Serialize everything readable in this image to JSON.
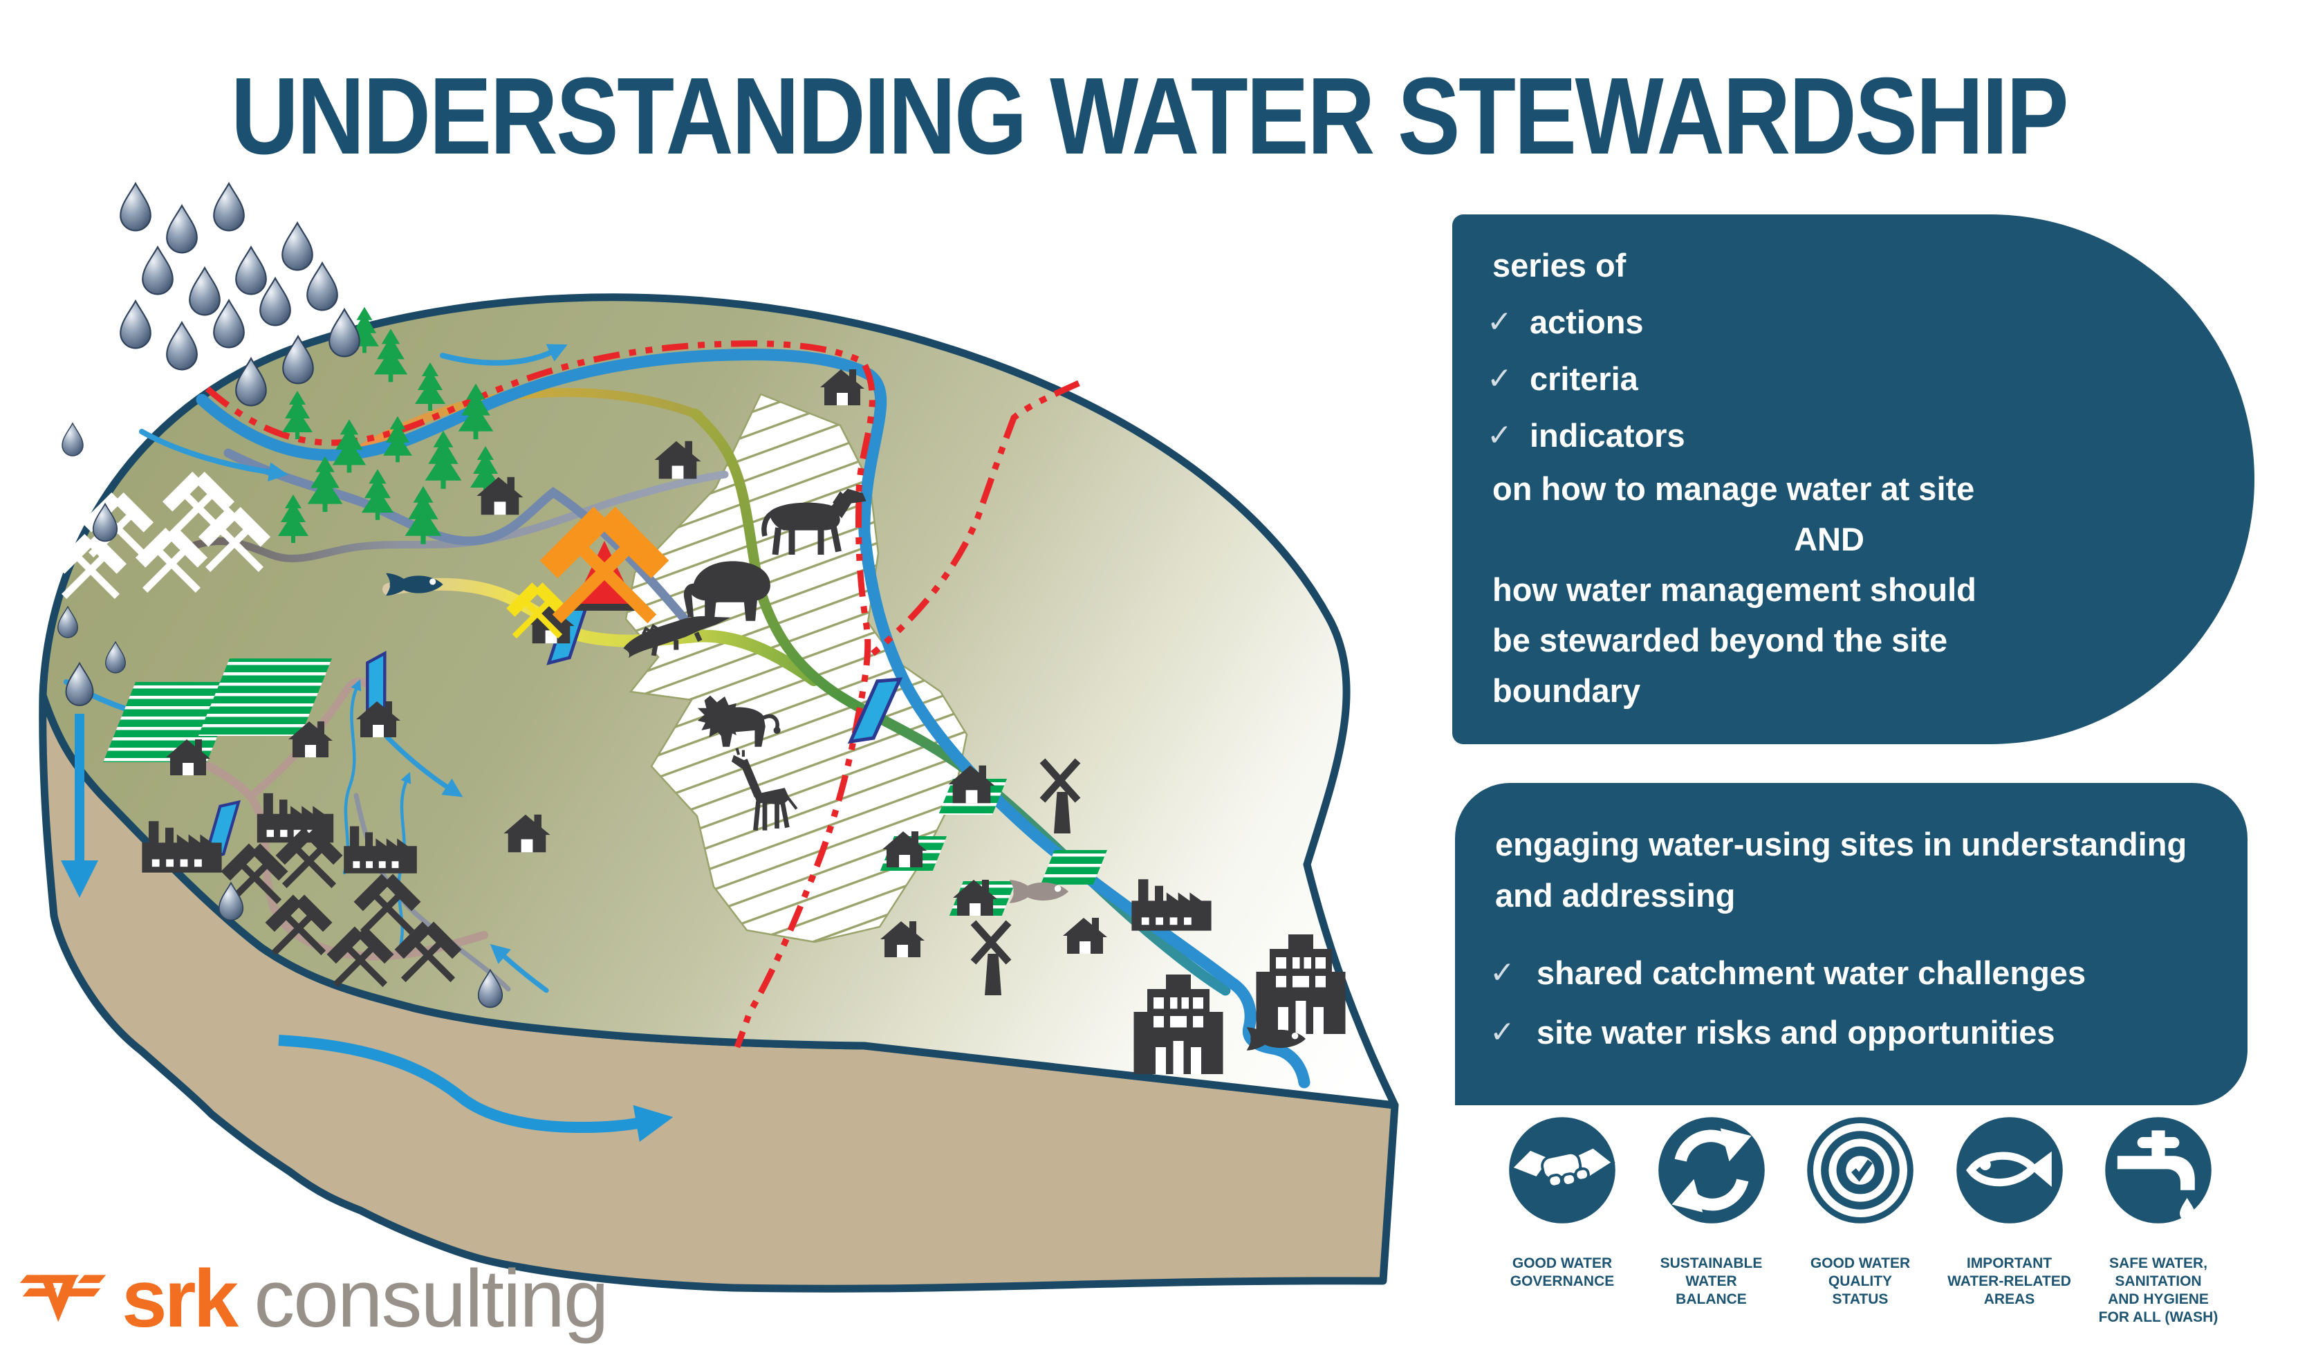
{
  "title": "UNDERSTANDING WATER STEWARDSHIP",
  "check_glyph": "✓",
  "panel_what": {
    "intro": "series of",
    "items": [
      "actions",
      "criteria",
      "indicators"
    ],
    "line_site": "on how to manage water at site",
    "conjunction": "AND",
    "line_beyond_1": "how water management should",
    "line_beyond_2": "be stewarded beyond the site",
    "line_beyond_3": "boundary"
  },
  "panel_how": {
    "intro_1": "engaging water-using sites in understanding",
    "intro_2": "and addressing",
    "items": [
      "shared catchment water challenges",
      "site water risks and opportunities"
    ]
  },
  "outcomes": [
    {
      "icon": "handshake-icon",
      "label": "GOOD WATER\nGOVERNANCE"
    },
    {
      "icon": "sync-arrows-icon",
      "label": "SUSTAINABLE\nWATER\nBALANCE"
    },
    {
      "icon": "target-check-icon",
      "label": "GOOD WATER\nQUALITY\nSTATUS"
    },
    {
      "icon": "fish-icon",
      "label": "IMPORTANT\nWATER-RELATED\nAREAS"
    },
    {
      "icon": "tap-icon",
      "label": "SAFE WATER,\nSANITATION\nAND HYGIENE\nFOR ALL (WASH)"
    }
  ],
  "logo": {
    "brand": "srk",
    "suffix": "consulting"
  },
  "colors": {
    "panel_blue": "#1d5472",
    "title_blue": "#1c5070",
    "land_outline": "#1b4965",
    "tree_green": "#17a24c",
    "field_green": "#00a651",
    "icon_dark": "#3a3a3c",
    "gate_blue": "#29abe2",
    "gate_border": "#2b3990",
    "boundary_red": "#e8262a",
    "river_blue": "#2b8fd0",
    "stream_blue": "#2f9ad6",
    "steel_blue": "#7288ad",
    "hatch_olive": "#9aa36b",
    "road_tan": "#b49a90",
    "gray_fish": "#9a8f8a",
    "check_gray": "#d3dde3",
    "srk_orange": "#f26f21",
    "consulting_gray": "#97918a"
  }
}
